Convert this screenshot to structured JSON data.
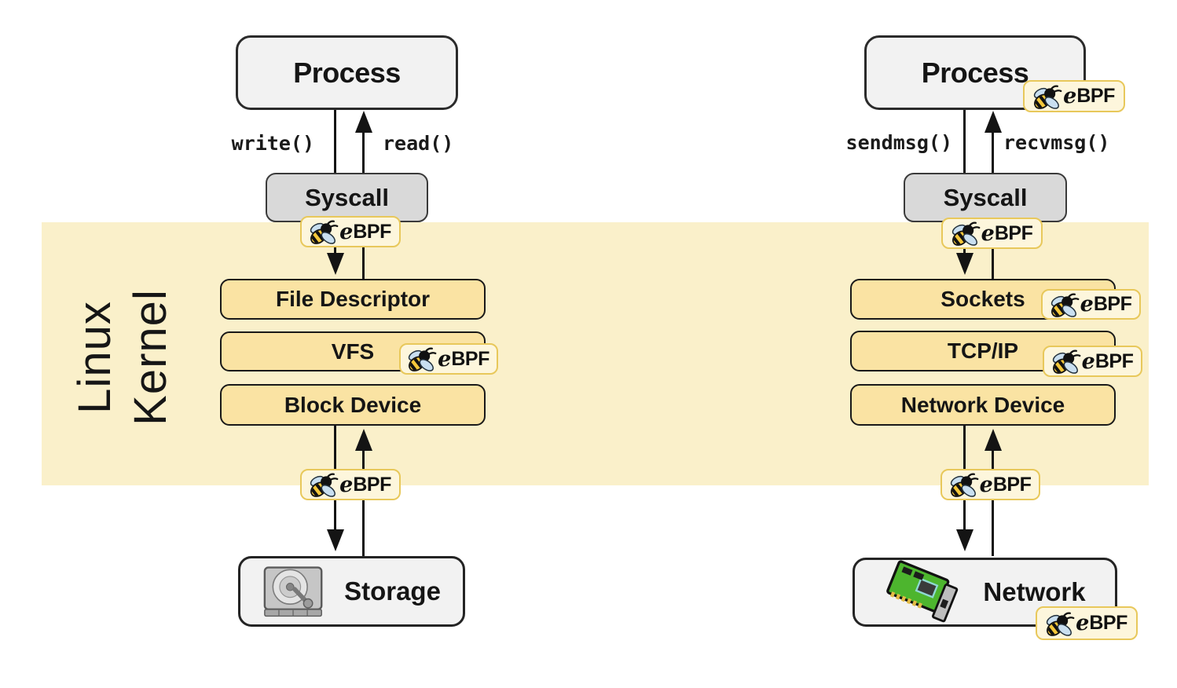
{
  "kernel_band": {
    "label_line1": "Linux",
    "label_line2": "Kernel"
  },
  "ebpf_badge": {
    "e": "e",
    "bpf": "BPF"
  },
  "left_stack": {
    "process": "Process",
    "write_call": "write()",
    "read_call": "read()",
    "syscall": "Syscall",
    "layers": [
      "File Descriptor",
      "VFS",
      "Block Device"
    ],
    "endpoint": "Storage"
  },
  "right_stack": {
    "process": "Process",
    "send_call": "sendmsg()",
    "recv_call": "recvmsg()",
    "syscall": "Syscall",
    "layers": [
      "Sockets",
      "TCP/IP",
      "Network Device"
    ],
    "endpoint": "Network"
  },
  "icons": {
    "badge_icon": "ebpf-bee-icon",
    "storage_icon": "hard-disk-icon",
    "network_icon": "network-card-icon"
  },
  "colors": {
    "kernel_band": "#faf0ca",
    "kernel_box": "#fae3a3",
    "endpoint_box": "#f2f2f2",
    "syscall_box": "#d9d9d9",
    "badge_bg": "#fdf6dc",
    "badge_border": "#e8c85b",
    "flow_line": "#141414"
  }
}
